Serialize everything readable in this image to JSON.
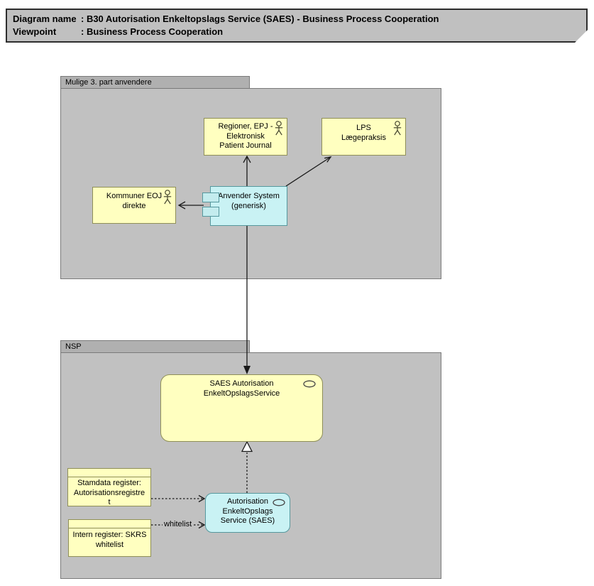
{
  "title_block": {
    "rows": [
      {
        "label": "Diagram name",
        "value": ": B30 Autorisation Enkeltopslags Service (SAES) - Business Process Cooperation"
      },
      {
        "label": "Viewpoint",
        "value": ": Business Process Cooperation"
      }
    ]
  },
  "groups": {
    "mulige": {
      "label": "Mulige 3. part anvendere"
    },
    "nsp": {
      "label": "NSP"
    }
  },
  "nodes": {
    "regioner": {
      "type": "business-actor",
      "lines": [
        "Regioner, EPJ -",
        "Elektronisk",
        "Patient Journal"
      ]
    },
    "lps": {
      "type": "business-actor",
      "lines": [
        "LPS",
        "Lægepraksis"
      ]
    },
    "kommuner": {
      "type": "business-actor",
      "lines": [
        "Kommuner EOJ",
        "direkte"
      ]
    },
    "anvender": {
      "type": "application-component",
      "lines": [
        "Anvender System",
        "(generisk)"
      ]
    },
    "saes_service": {
      "type": "service",
      "lines": [
        "SAES Autorisation",
        "EnkeltOpslagsService"
      ]
    },
    "autorisation": {
      "type": "service",
      "lines": [
        "Autorisation",
        "EnkeltOpslags",
        "Service (SAES)"
      ]
    },
    "stamdata": {
      "type": "object",
      "lines": [
        "Stamdata register:",
        "Autorisationsregistre",
        "t"
      ]
    },
    "intern": {
      "type": "object",
      "lines": [
        "Intern register: SKRS",
        "whitelist"
      ]
    }
  },
  "edges": {
    "whitelist_label": "whitelist"
  },
  "colors": {
    "title_fill": "#c0c0c0",
    "group_fill": "#c1c1c1",
    "group_tab_fill": "#b0b0b0",
    "group_border": "#7a7a7a",
    "yellow_fill": "#ffffc0",
    "yellow_border": "#8f8f58",
    "cyan_fill": "#c9f2f4",
    "cyan_border": "#56989e",
    "line_color": "#1a1a1a",
    "icon_stroke": "#44442e"
  }
}
